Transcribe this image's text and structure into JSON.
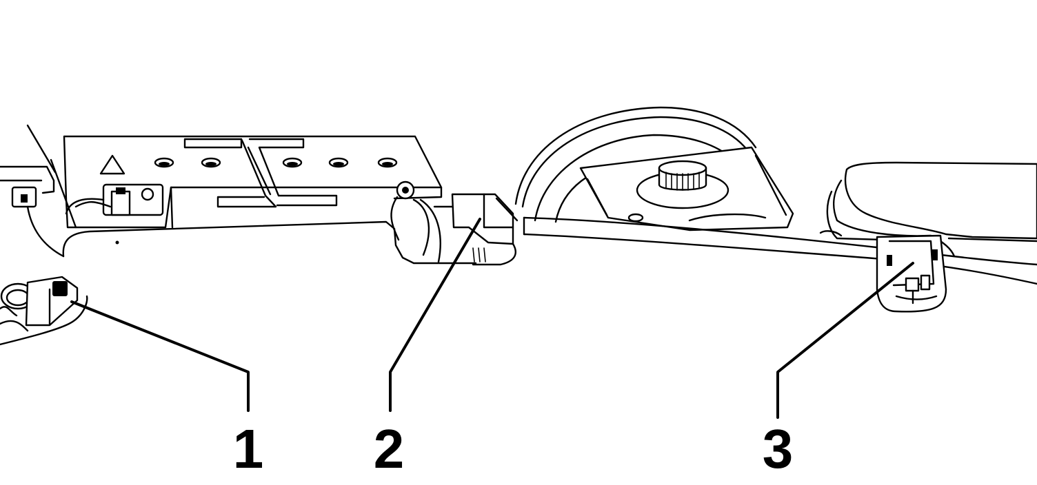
{
  "callouts": [
    {
      "label": "1"
    },
    {
      "label": "2"
    },
    {
      "label": "3"
    }
  ],
  "icons": [
    "warning-triangle-icon"
  ],
  "colors": {
    "ink": "#000000",
    "paper": "#ffffff"
  }
}
